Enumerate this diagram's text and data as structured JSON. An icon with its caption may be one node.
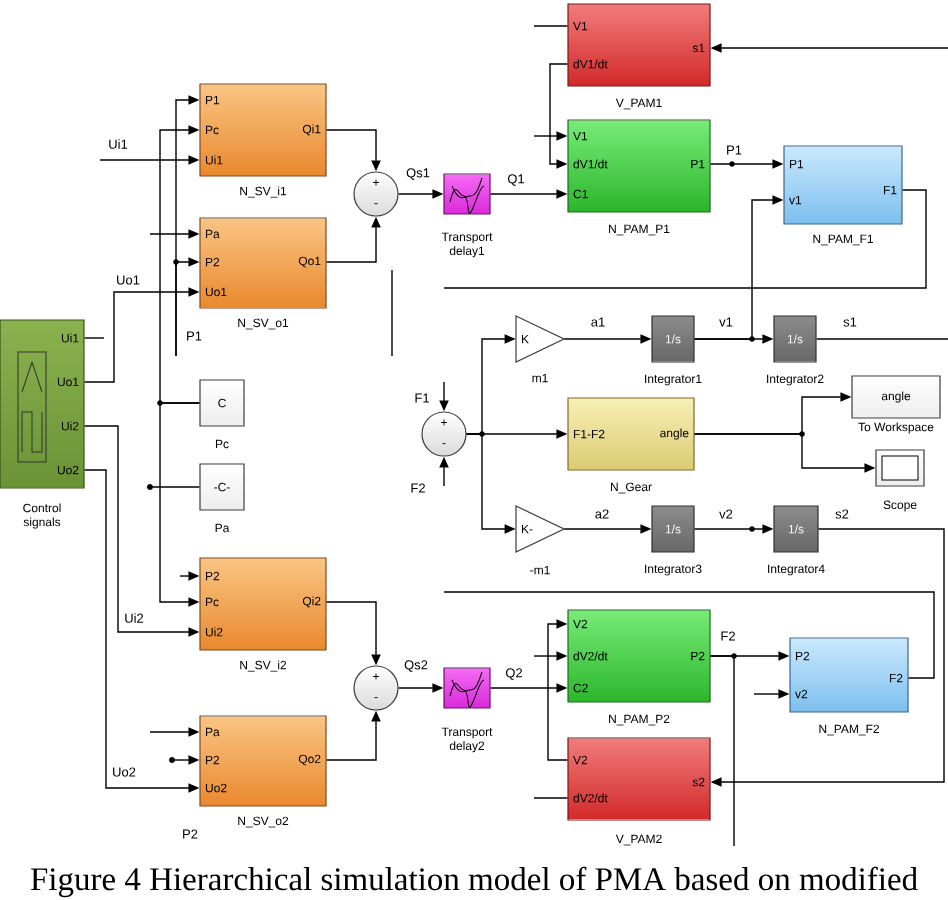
{
  "diagram": {
    "caption": "Figure 4 Hierarchical simulation model of PMA based on modified",
    "nodes": [
      {
        "text": [
          "P1",
          "Pc",
          "Ui1",
          "Qi1"
        ],
        "beside": [
          "N_SV_i1"
        ]
      },
      {
        "text": [
          "Pa",
          "P2",
          "Uo1",
          "Qo1"
        ],
        "beside": [
          "N_SV_o1"
        ]
      },
      {
        "text": [
          "Ui1",
          "Uo1",
          "Ui2",
          "Uo2"
        ],
        "beside": [
          "Control signals"
        ]
      },
      {
        "text": [
          "C"
        ],
        "beside": [
          "Pc"
        ]
      },
      {
        "text": [
          "-C-"
        ],
        "beside": [
          "Pa"
        ]
      },
      {
        "text": [
          "P2",
          "Pc",
          "Ui2",
          "Qi2"
        ],
        "beside": [
          "N_SV_i2"
        ]
      },
      {
        "text": [
          "Pa",
          "P2",
          "Uo2",
          "Qo2"
        ],
        "beside": [
          "N_SV_o2"
        ]
      },
      {
        "text": [
          "+",
          "-"
        ]
      },
      {
        "text": [
          "+",
          "-"
        ]
      },
      {
        "text": [],
        "shape": "box",
        "beside": [
          "Transport delay1"
        ]
      },
      {
        "text": [],
        "shape": "box",
        "beside": [
          "Transport delay2"
        ]
      },
      {
        "text": [
          "V1",
          "dV1/dt",
          "s1"
        ],
        "beside": [
          "V_PAM1"
        ]
      },
      {
        "text": [
          "V1",
          "dV1/dt",
          "C1",
          "P1"
        ],
        "beside": [
          "N_PAM_P1"
        ]
      },
      {
        "text": [
          "P1",
          "v1",
          "F1"
        ],
        "beside": [
          "N_PAM_F1"
        ]
      },
      {
        "text": [
          "+",
          "-"
        ]
      },
      {
        "text": [
          "K"
        ],
        "beside": [
          "m1"
        ]
      },
      {
        "text": [
          "1/s"
        ],
        "beside": [
          "Integrator1"
        ]
      },
      {
        "text": [
          "1/s"
        ],
        "beside": [
          "Integrator2"
        ]
      },
      {
        "text": [
          "F1-F2",
          "angle"
        ],
        "beside": [
          "N_Gear"
        ]
      },
      {
        "text": [
          "angle"
        ],
        "beside": [
          "To Workspace"
        ]
      },
      {
        "text": [],
        "shape": "box",
        "beside": [
          "Scope"
        ]
      },
      {
        "text": [
          "K-"
        ],
        "beside": [
          "-m1"
        ]
      },
      {
        "text": [
          "1/s"
        ],
        "beside": [
          "Integrator3"
        ]
      },
      {
        "text": [
          "1/s"
        ],
        "beside": [
          "Integrator4"
        ]
      },
      {
        "text": [
          "V2",
          "dV2/dt",
          "C2",
          "P2"
        ],
        "beside": [
          "N_PAM_P2"
        ]
      },
      {
        "text": [
          "P2",
          "v2",
          "F2"
        ],
        "beside": [
          "N_PAM_F2"
        ]
      },
      {
        "text": [
          "V2",
          "dV2/dt",
          "s2"
        ],
        "beside": [
          "V_PAM2"
        ]
      },
      {
        "text": [],
        "shape": "circle"
      },
      {
        "text": [],
        "shape": "circle"
      }
    ],
    "edges": [
      {
        "from": null,
        "to": 0,
        "arrow": "to",
        "label": "Ui1"
      },
      {
        "from": 2,
        "to": null,
        "arrow": "none"
      },
      {
        "from": 2,
        "to": 1,
        "arrow": "to",
        "label": "Uo1"
      },
      {
        "from": 2,
        "to": 5,
        "arrow": "to",
        "label": "Ui2"
      },
      {
        "from": 2,
        "to": 6,
        "arrow": "to",
        "label": "Uo2"
      },
      {
        "from": 3,
        "to": 0,
        "arrow": "to"
      },
      {
        "from": 3,
        "to": 5,
        "arrow": "to"
      },
      {
        "from": null,
        "to": 0,
        "arrow": "to",
        "label": "P1"
      },
      {
        "from": null,
        "to": 1,
        "arrow": "to"
      },
      {
        "from": null,
        "to": 1,
        "arrow": "to"
      },
      {
        "from": 4,
        "to": 27,
        "arrow": "none"
      },
      {
        "from": null,
        "to": 5,
        "arrow": "to"
      },
      {
        "from": null,
        "to": 6,
        "arrow": "to"
      },
      {
        "from": 28,
        "to": 6,
        "arrow": "to"
      },
      {
        "from": 0,
        "to": 7,
        "arrow": "to"
      },
      {
        "from": 1,
        "to": 7,
        "arrow": "to"
      },
      {
        "from": 5,
        "to": 8,
        "arrow": "to"
      },
      {
        "from": 6,
        "to": 8,
        "arrow": "to"
      },
      {
        "from": 7,
        "to": 9,
        "arrow": "to",
        "label": "Qs1"
      },
      {
        "from": 8,
        "to": 10,
        "arrow": "to",
        "label": "Qs2"
      },
      {
        "from": 9,
        "to": 12,
        "arrow": "to",
        "label": "Q1"
      },
      {
        "from": 10,
        "to": 24,
        "arrow": "to",
        "label": "Q2"
      },
      {
        "from": 11,
        "to": null,
        "arrow": "none"
      },
      {
        "from": 11,
        "to": 12,
        "arrow": "to"
      },
      {
        "from": null,
        "to": 12,
        "arrow": "to"
      },
      {
        "from": null,
        "to": 11,
        "arrow": "to"
      },
      {
        "from": 12,
        "to": 13,
        "arrow": "to",
        "label": "P1"
      },
      {
        "from": 13,
        "to": null,
        "arrow": "none"
      },
      {
        "from": null,
        "to": 14,
        "arrow": "to",
        "label": "F1"
      },
      {
        "from": null,
        "to": 14,
        "arrow": "to",
        "label": "F2"
      },
      {
        "from": 14,
        "to": 15,
        "arrow": "to"
      },
      {
        "from": 14,
        "to": 18,
        "arrow": "to"
      },
      {
        "from": 14,
        "to": 21,
        "arrow": "to"
      },
      {
        "from": 15,
        "to": 16,
        "arrow": "to",
        "label": "a1"
      },
      {
        "from": 16,
        "to": 17,
        "arrow": "to",
        "label": "v1"
      },
      {
        "from": 16,
        "to": 13,
        "arrow": "to"
      },
      {
        "from": 17,
        "to": null,
        "arrow": "none",
        "label": "s1"
      },
      {
        "from": 18,
        "to": 19,
        "arrow": "to"
      },
      {
        "from": 18,
        "to": 20,
        "arrow": "to"
      },
      {
        "from": 21,
        "to": 22,
        "arrow": "to",
        "label": "a2"
      },
      {
        "from": 22,
        "to": 23,
        "arrow": "to",
        "label": "v2"
      },
      {
        "from": 23,
        "to": 26,
        "arrow": "to",
        "label": "s2"
      },
      {
        "from": null,
        "to": 25,
        "arrow": "to"
      },
      {
        "from": 24,
        "to": 25,
        "arrow": "to",
        "label": "F2"
      },
      {
        "from": 24,
        "to": null,
        "arrow": "none"
      },
      {
        "from": 25,
        "to": null,
        "arrow": "none"
      },
      {
        "from": 26,
        "to": 24,
        "arrow": "to"
      },
      {
        "from": 26,
        "to": null,
        "arrow": "none"
      },
      {
        "from": null,
        "to": 24,
        "arrow": "to"
      }
    ],
    "labels": [
      "P2"
    ]
  }
}
